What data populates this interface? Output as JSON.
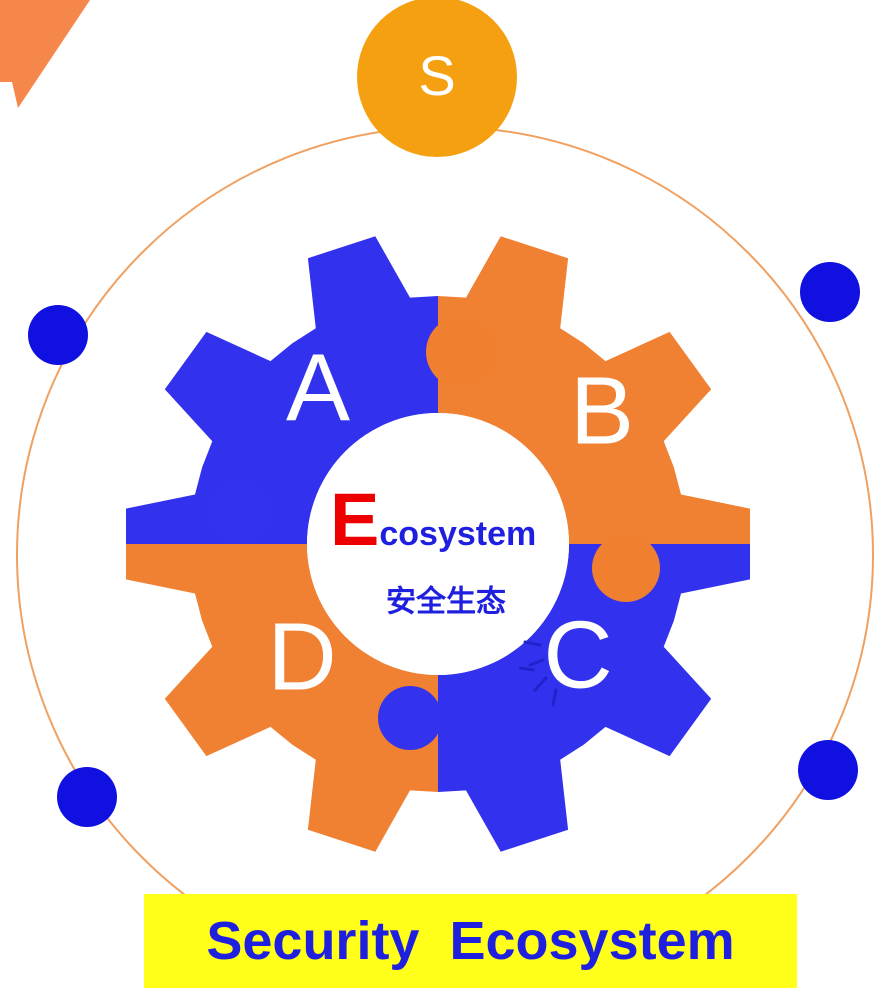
{
  "diagram": {
    "orbit_node_label": "S",
    "gear_pieces": [
      {
        "id": "A",
        "label": "A",
        "color": "#3333ee"
      },
      {
        "id": "B",
        "label": "B",
        "color": "#f08030"
      },
      {
        "id": "C",
        "label": "C",
        "color": "#3333ee"
      },
      {
        "id": "D",
        "label": "D",
        "color": "#f08030"
      }
    ],
    "center": {
      "initial": "E",
      "rest": "cosystem",
      "chinese": "安全生态"
    },
    "caption": "Security  Ecosystem"
  },
  "colors": {
    "blue": "#3333ee",
    "orange": "#f08030",
    "orbit": "#f0a060",
    "node_blue": "#1010e0",
    "node_orange": "#f5a010",
    "accent_red": "#ee0000",
    "caption_bg": "#ffff1a",
    "caption_text": "#1f1fe0"
  }
}
